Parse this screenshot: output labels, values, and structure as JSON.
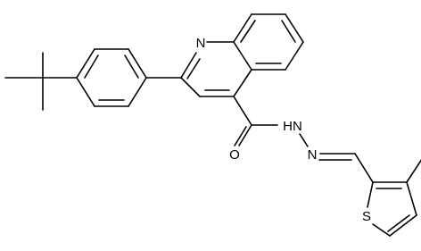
{
  "molecule": {
    "atom_labels": {
      "quinoline_nitrogen": "N",
      "carbonyl_oxygen": "O",
      "hydrazide_nh": "HN",
      "imine_nitrogen": "N",
      "thiophene_sulfur": "S"
    }
  },
  "colors": {
    "bond": "#000000",
    "label": "#000000",
    "background": "#ffffff"
  }
}
